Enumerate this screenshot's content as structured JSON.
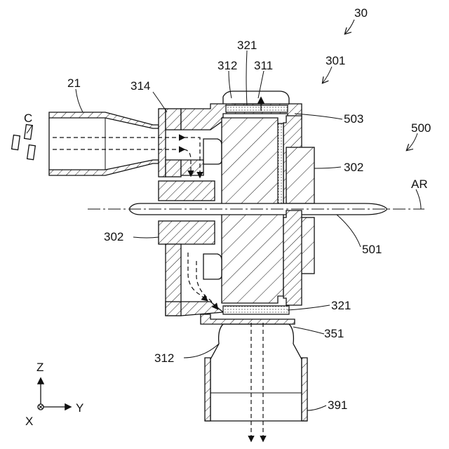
{
  "figure": {
    "labels": {
      "l30": "30",
      "l301": "301",
      "l321_top": "321",
      "l312_top": "312",
      "l311": "311",
      "l21": "21",
      "l314": "314",
      "lC": "C",
      "l503": "503",
      "l500": "500",
      "l302_right": "302",
      "lAR": "AR",
      "l302_left": "302",
      "l501": "501",
      "l321_bottom": "321",
      "l351": "351",
      "l312_bottom": "312",
      "l391": "391"
    },
    "axes": {
      "z": "Z",
      "y": "Y",
      "x": "X"
    }
  }
}
